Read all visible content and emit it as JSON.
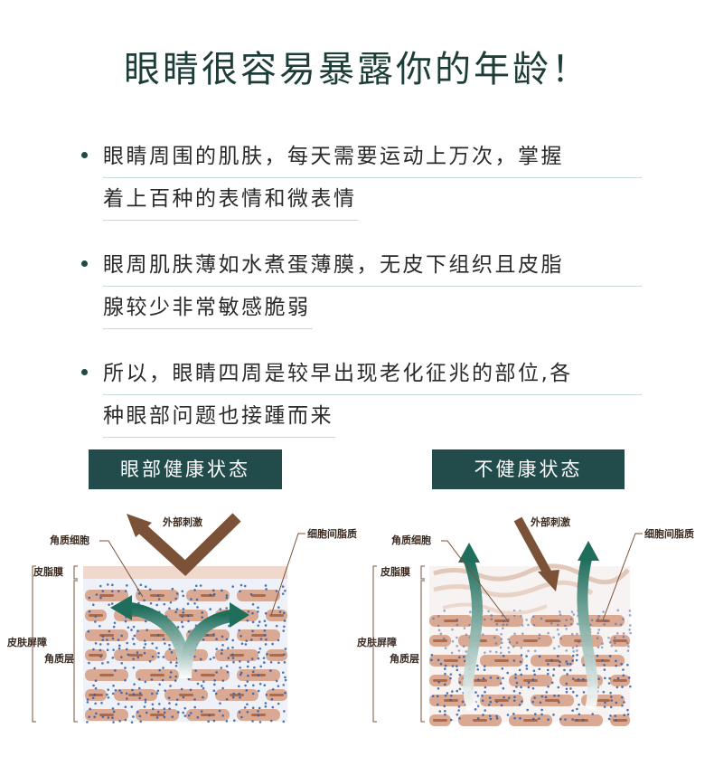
{
  "title": "眼睛很容易暴露你的年龄！",
  "bullets": [
    {
      "line1": "眼睛周围的肌肤，每天需要运动上万次，掌握",
      "line2": "着上百种的表情和微表情"
    },
    {
      "line1": "眼周肌肤薄如水煮蛋薄膜，无皮下组织且皮脂",
      "line2": "腺较少非常敏感脆弱"
    },
    {
      "line1": "所以，眼睛四周是较早出现老化征兆的部位,各",
      "line2": "种眼部问题也接踵而来"
    }
  ],
  "healthy": {
    "badge": "眼部健康状态",
    "labels": {
      "stimulus": "外部刺激",
      "corneocyte": "角质细胞",
      "lipid": "细胞间脂质",
      "sebum_film": "皮脂膜",
      "barrier": "皮肤屏障",
      "stratum": "角质层"
    }
  },
  "unhealthy": {
    "badge": "不健康状态",
    "labels": {
      "stimulus": "外部刺激",
      "corneocyte": "角质细胞",
      "lipid": "细胞间脂质",
      "sebum_film": "皮脂膜",
      "barrier": "皮肤屏障",
      "stratum": "角质层"
    }
  },
  "colors": {
    "title": "#1d3d38",
    "badge_bg": "#214c4b",
    "arrow_brown": "#7b5238",
    "arrow_teal": "#1f6e5c",
    "cell": "#d9a993",
    "dot_blue": "#2f5ea8"
  }
}
